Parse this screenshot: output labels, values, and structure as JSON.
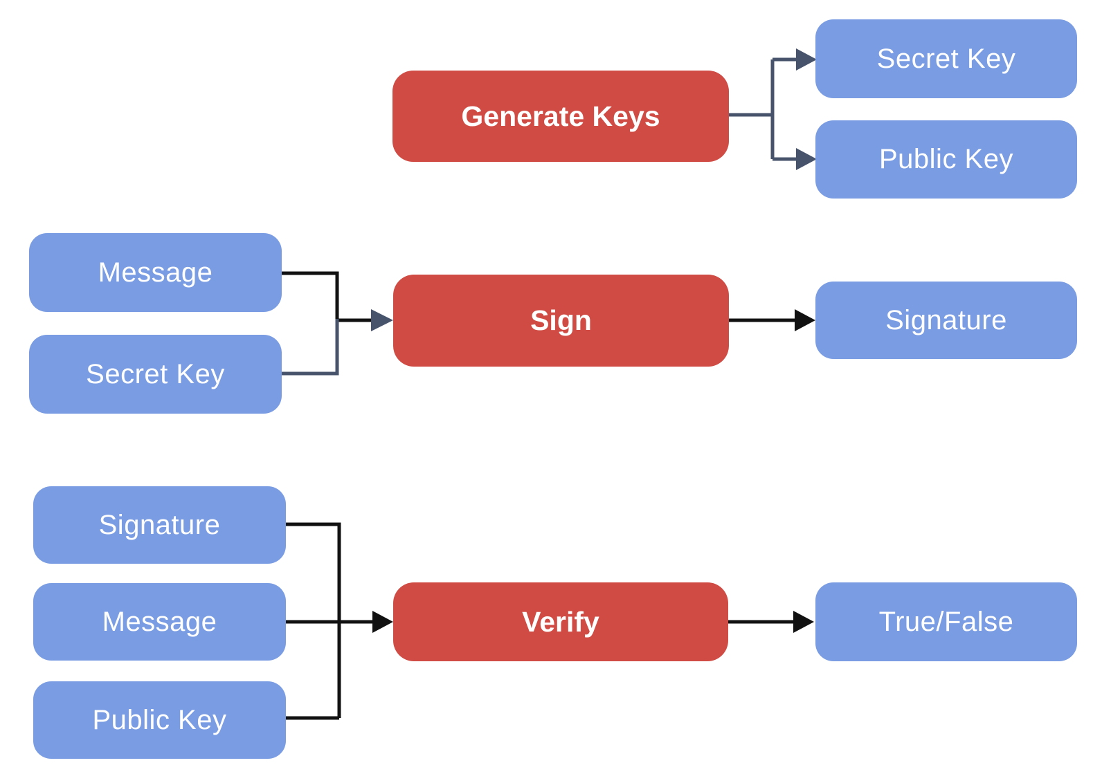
{
  "colors": {
    "process_fill": "#CF4B43",
    "data_fill": "#7A9CE3",
    "edge_dark": "#47536B",
    "edge_black": "#111111",
    "node_text": "#FFFFFF",
    "background": "#FFFFFF"
  },
  "diagram": {
    "nodes": {
      "generate_keys": {
        "label": "Generate Keys",
        "type": "process"
      },
      "secret_key_out": {
        "label": "Secret Key",
        "type": "data"
      },
      "public_key_out": {
        "label": "Public Key",
        "type": "data"
      },
      "message_sign_in": {
        "label": "Message",
        "type": "data"
      },
      "secret_key_sign_in": {
        "label": "Secret Key",
        "type": "data"
      },
      "sign": {
        "label": "Sign",
        "type": "process"
      },
      "signature_out": {
        "label": "Signature",
        "type": "data"
      },
      "signature_verify_in": {
        "label": "Signature",
        "type": "data"
      },
      "message_verify_in": {
        "label": "Message",
        "type": "data"
      },
      "public_key_verify_in": {
        "label": "Public Key",
        "type": "data"
      },
      "verify": {
        "label": "Verify",
        "type": "process"
      },
      "true_false_out": {
        "label": "True/False",
        "type": "data"
      }
    },
    "edges": [
      {
        "from": "Generate Keys",
        "to": "Secret Key"
      },
      {
        "from": "Generate Keys",
        "to": "Public Key"
      },
      {
        "from": "Message",
        "to": "Sign"
      },
      {
        "from": "Secret Key",
        "to": "Sign"
      },
      {
        "from": "Sign",
        "to": "Signature"
      },
      {
        "from": "Signature",
        "to": "Verify"
      },
      {
        "from": "Message",
        "to": "Verify"
      },
      {
        "from": "Public Key",
        "to": "Verify"
      },
      {
        "from": "Verify",
        "to": "True/False"
      }
    ]
  }
}
